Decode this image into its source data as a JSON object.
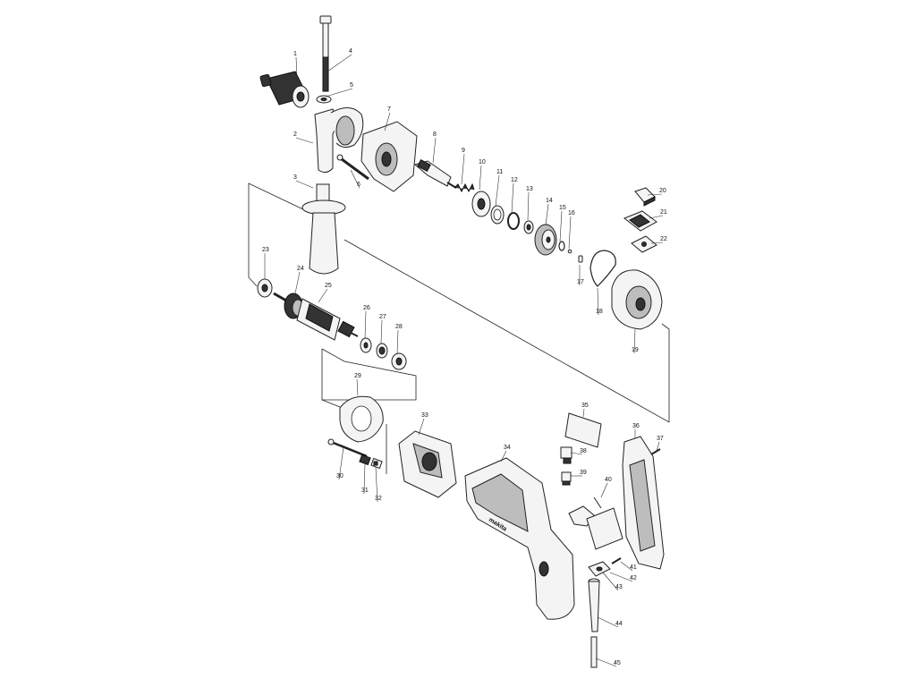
{
  "diagram": {
    "part_numbers": [
      "1",
      "2",
      "3",
      "4",
      "5",
      "6",
      "7",
      "8",
      "9",
      "10",
      "11",
      "12",
      "13",
      "14",
      "15",
      "16",
      "17",
      "18",
      "19",
      "20",
      "21",
      "22",
      "23",
      "24",
      "25",
      "26",
      "27",
      "28",
      "29",
      "30",
      "31",
      "32",
      "33",
      "34",
      "35",
      "36",
      "37",
      "38",
      "39",
      "40",
      "41",
      "42",
      "43",
      "44",
      "45"
    ],
    "brand_text": "makita"
  }
}
